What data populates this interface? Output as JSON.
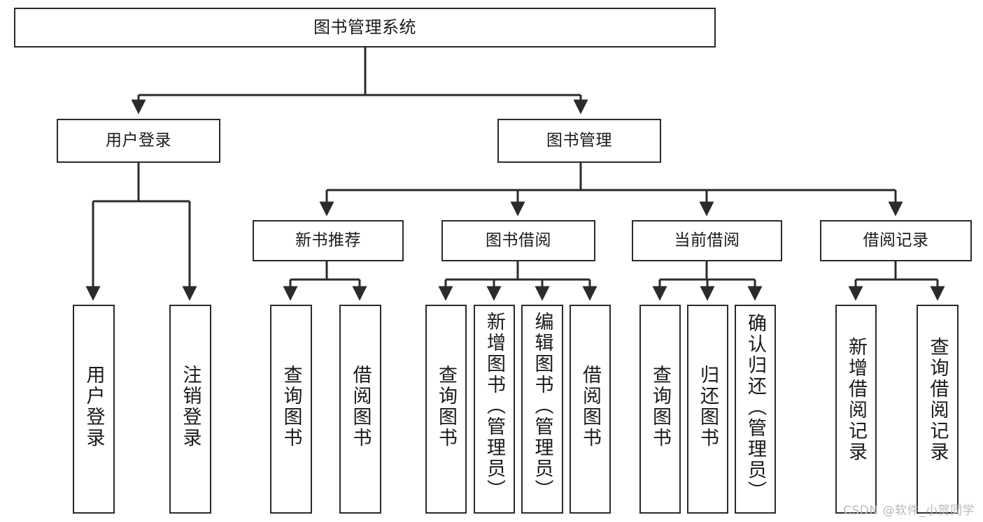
{
  "diagram": {
    "type": "tree-hierarchy",
    "title": "图书管理系统",
    "watermark": "CSDN @软件_小贺同学",
    "colors": {
      "background": "#ffffff",
      "node_border": "#2b2b2b",
      "node_fill": "#ffffff",
      "edge": "#2b2b2b",
      "text": "#1a1a1a",
      "watermark": "#b9b9b9"
    },
    "levels": [
      {
        "level": 1,
        "nodes": [
          {
            "id": "root",
            "label": "图书管理系统"
          }
        ]
      },
      {
        "level": 2,
        "nodes": [
          {
            "id": "login",
            "label": "用户登录",
            "parent": "root"
          },
          {
            "id": "bookmgmt",
            "label": "图书管理",
            "parent": "root"
          }
        ]
      },
      {
        "level": 3,
        "nodes": [
          {
            "id": "newbook",
            "label": "新书推荐",
            "parent": "bookmgmt"
          },
          {
            "id": "borrow",
            "label": "图书借阅",
            "parent": "bookmgmt"
          },
          {
            "id": "current",
            "label": "当前借阅",
            "parent": "bookmgmt"
          },
          {
            "id": "records",
            "label": "借阅记录",
            "parent": "bookmgmt"
          }
        ]
      },
      {
        "level": 4,
        "nodes": [
          {
            "id": "leaf1",
            "label": "用户登录",
            "parent": "login"
          },
          {
            "id": "leaf2",
            "label": "注销登录",
            "parent": "login"
          },
          {
            "id": "leaf3",
            "label": "查询图书",
            "parent": "newbook"
          },
          {
            "id": "leaf4",
            "label": "借阅图书",
            "parent": "newbook"
          },
          {
            "id": "leaf5",
            "label": "查询图书",
            "parent": "borrow"
          },
          {
            "id": "leaf6",
            "label": "新增图书（管理员）",
            "parent": "borrow"
          },
          {
            "id": "leaf7",
            "label": "编辑图书（管理员）",
            "parent": "borrow"
          },
          {
            "id": "leaf8",
            "label": "借阅图书",
            "parent": "borrow"
          },
          {
            "id": "leaf9",
            "label": "查询图书",
            "parent": "current"
          },
          {
            "id": "leaf10",
            "label": "归还图书",
            "parent": "current"
          },
          {
            "id": "leaf11",
            "label": "确认归还（管理员）",
            "parent": "current"
          },
          {
            "id": "leaf12",
            "label": "新增借阅记录",
            "parent": "records"
          },
          {
            "id": "leaf13",
            "label": "查询借阅记录",
            "parent": "records"
          }
        ]
      }
    ]
  }
}
